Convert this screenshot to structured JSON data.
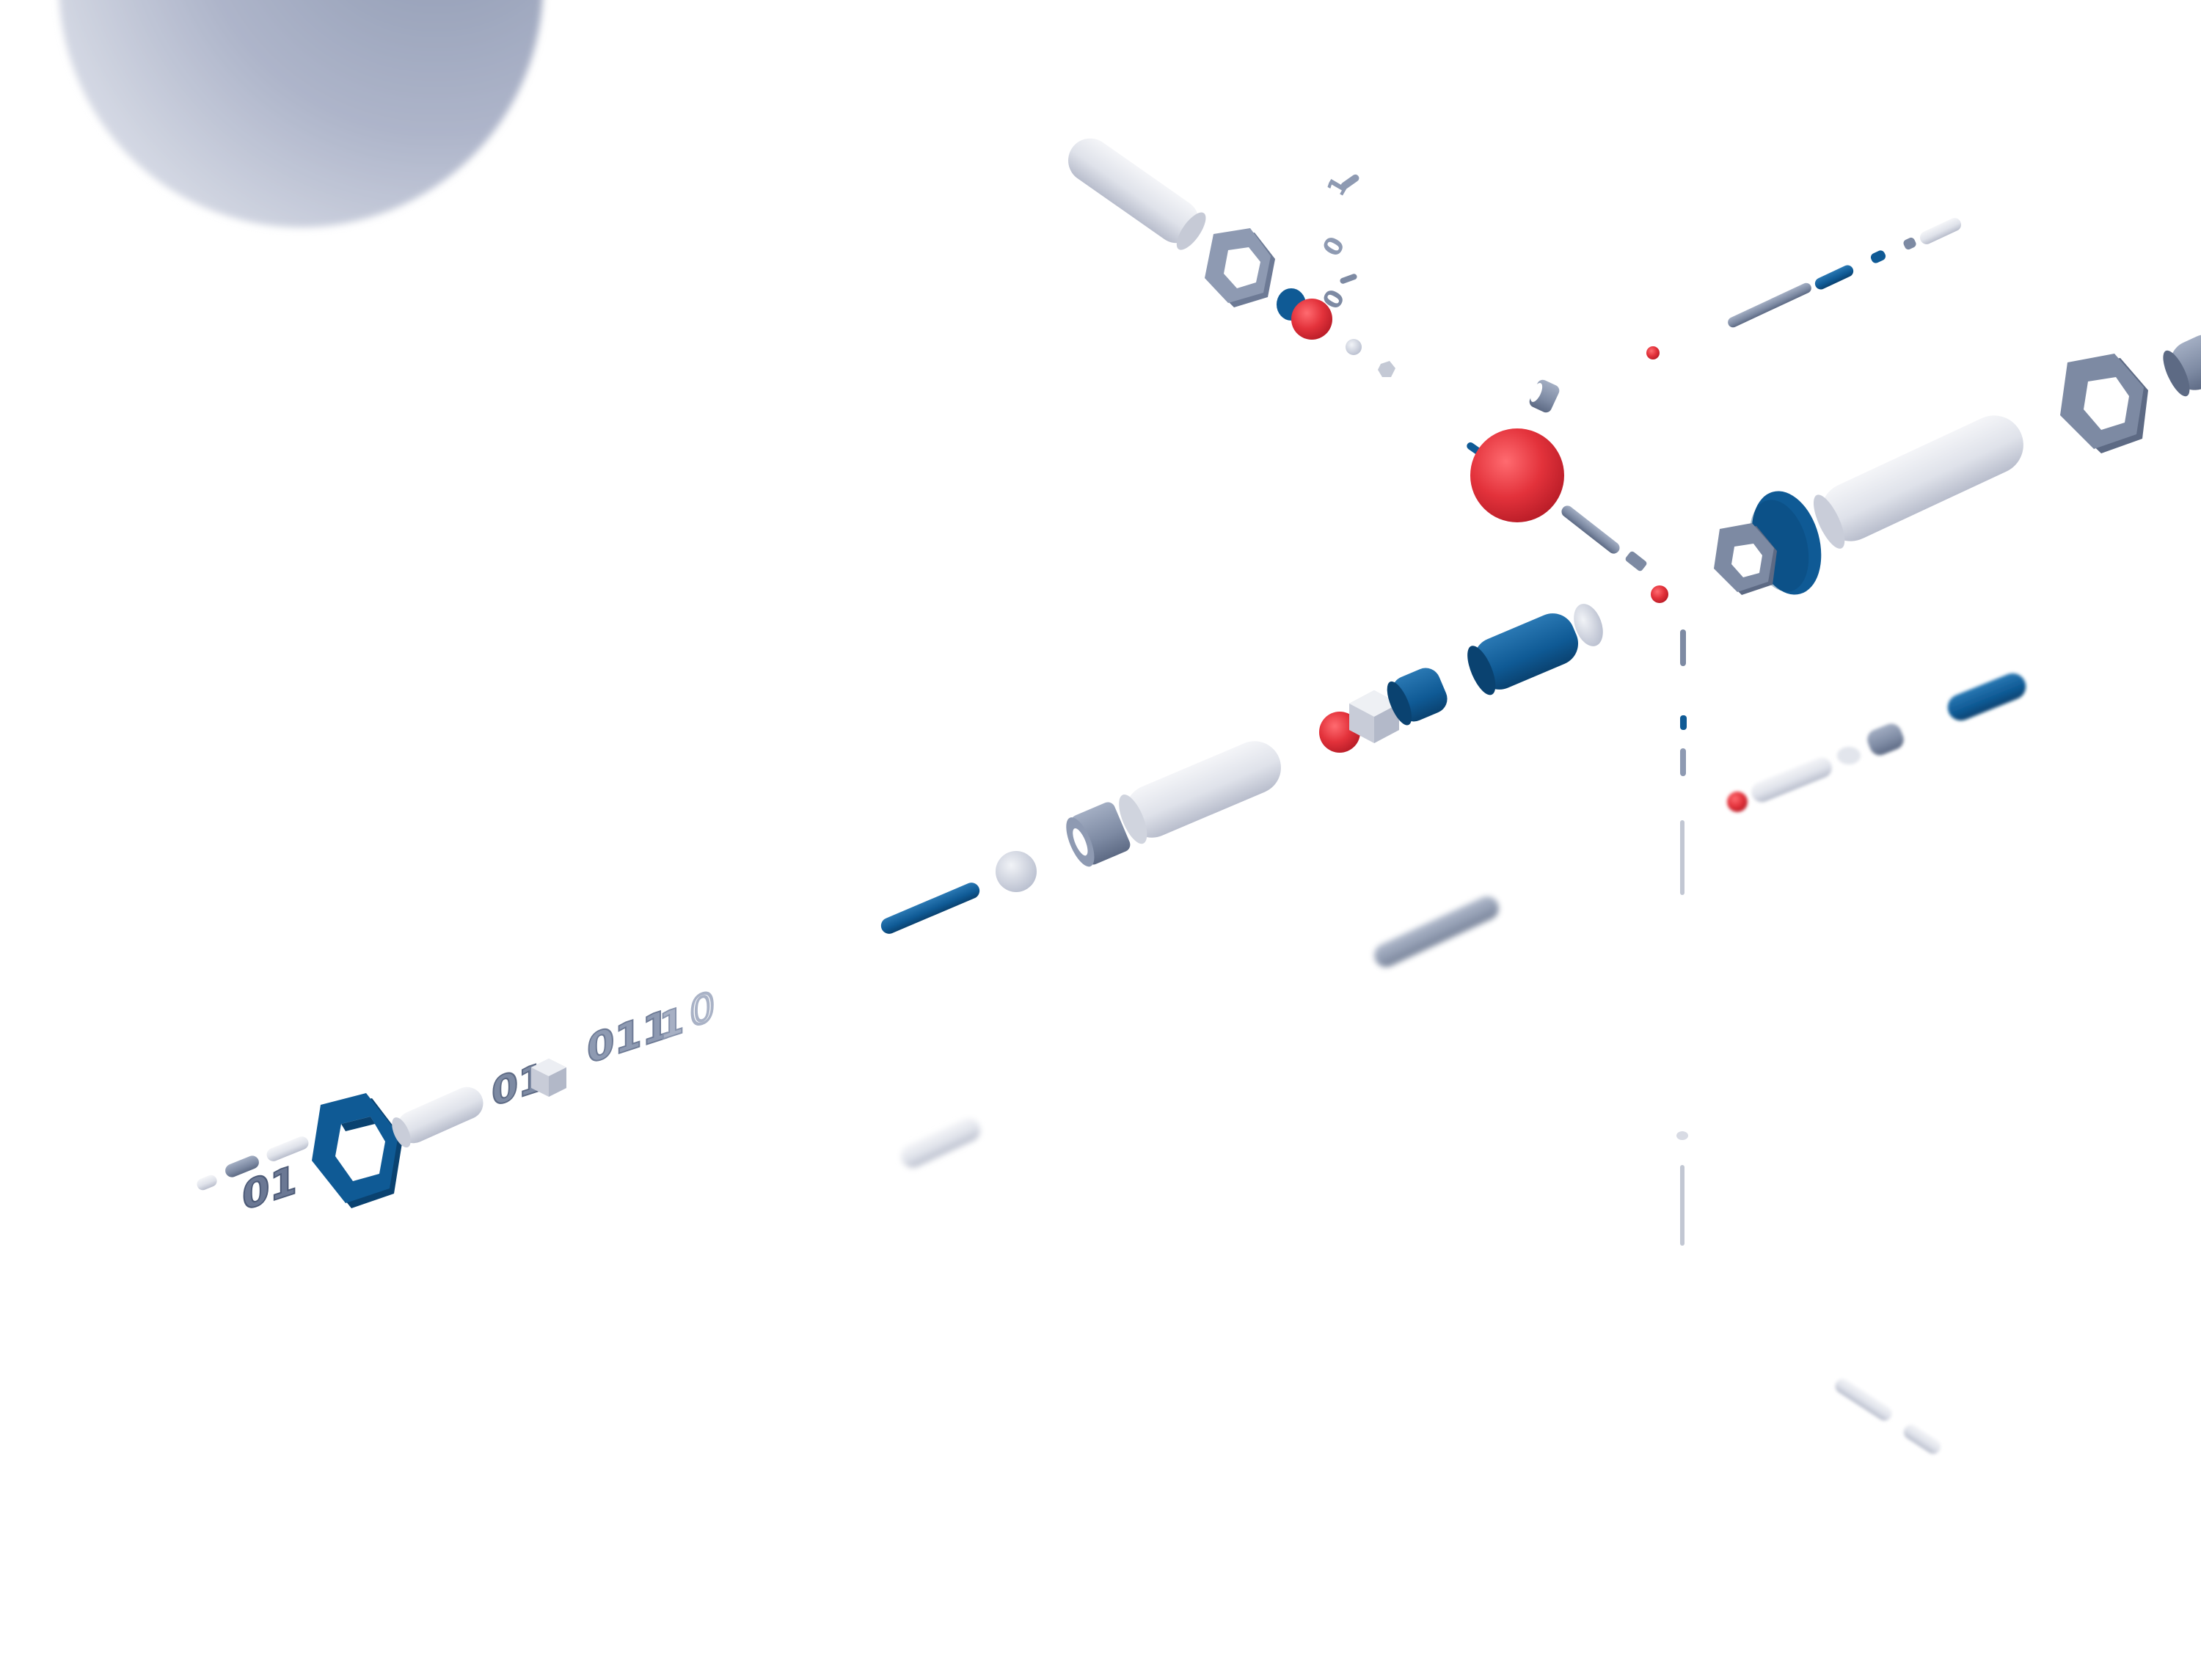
{
  "scene": {
    "background": "#ffffff",
    "palette": {
      "navy": "#0f5a95",
      "slate": "#7d8aa3",
      "pale": "#d9dce6",
      "red": "#e3323b",
      "sphere": "#a9b1c7"
    },
    "digit_groups": [
      {
        "name": "digits-left",
        "text": "01"
      },
      {
        "name": "digits-mid-a",
        "text": "01"
      },
      {
        "name": "digits-mid-b",
        "text": "011"
      },
      {
        "name": "digits-mid-c",
        "text": "1"
      },
      {
        "name": "digits-mid-d",
        "text": "0"
      },
      {
        "name": "digits-top-a",
        "text": "1"
      },
      {
        "name": "digits-top-b",
        "text": "0"
      },
      {
        "name": "digits-top-c",
        "text": "0"
      }
    ]
  }
}
